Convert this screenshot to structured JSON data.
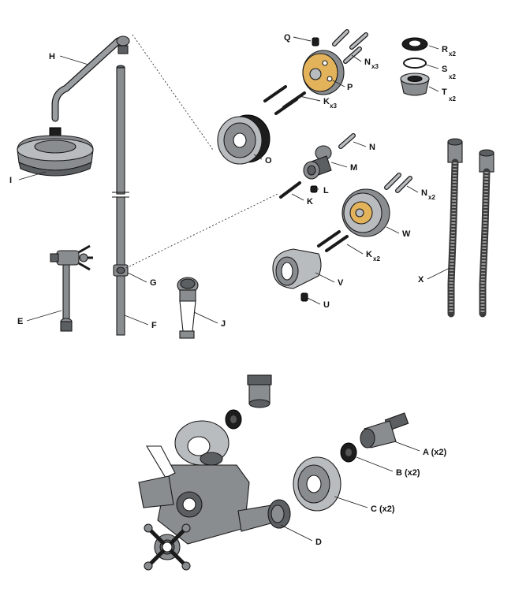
{
  "labels": {
    "A": {
      "letter": "A",
      "suffix": " (x2)"
    },
    "B": {
      "letter": "B",
      "suffix": " (x2)"
    },
    "C": {
      "letter": "C",
      "suffix": " (x2)"
    },
    "D": {
      "letter": "D"
    },
    "E": {
      "letter": "E"
    },
    "F": {
      "letter": "F"
    },
    "G": {
      "letter": "G"
    },
    "H": {
      "letter": "H"
    },
    "I": {
      "letter": "I"
    },
    "J": {
      "letter": "J"
    },
    "K1": {
      "letter": "K",
      "sub": "x3"
    },
    "K2": {
      "letter": "K"
    },
    "K3": {
      "letter": "K",
      "sub": "x2"
    },
    "L": {
      "letter": "L"
    },
    "M": {
      "letter": "M"
    },
    "N1": {
      "letter": "N",
      "sub": "x3"
    },
    "N2": {
      "letter": "N"
    },
    "N3": {
      "letter": "N",
      "sub": "x2"
    },
    "O": {
      "letter": "O"
    },
    "P": {
      "letter": "P"
    },
    "Q": {
      "letter": "Q"
    },
    "R": {
      "letter": "R",
      "sub": "x2"
    },
    "S": {
      "letter": "S",
      "sub": "x2"
    },
    "T": {
      "letter": "T",
      "sub": "x2"
    },
    "U": {
      "letter": "U"
    },
    "V": {
      "letter": "V"
    },
    "W": {
      "letter": "W"
    },
    "X": {
      "letter": "X"
    }
  },
  "colors": {
    "metal": "#8a8d90",
    "brass": "#e3b35c",
    "rubber": "#1d1d1d",
    "background": "#ffffff"
  }
}
